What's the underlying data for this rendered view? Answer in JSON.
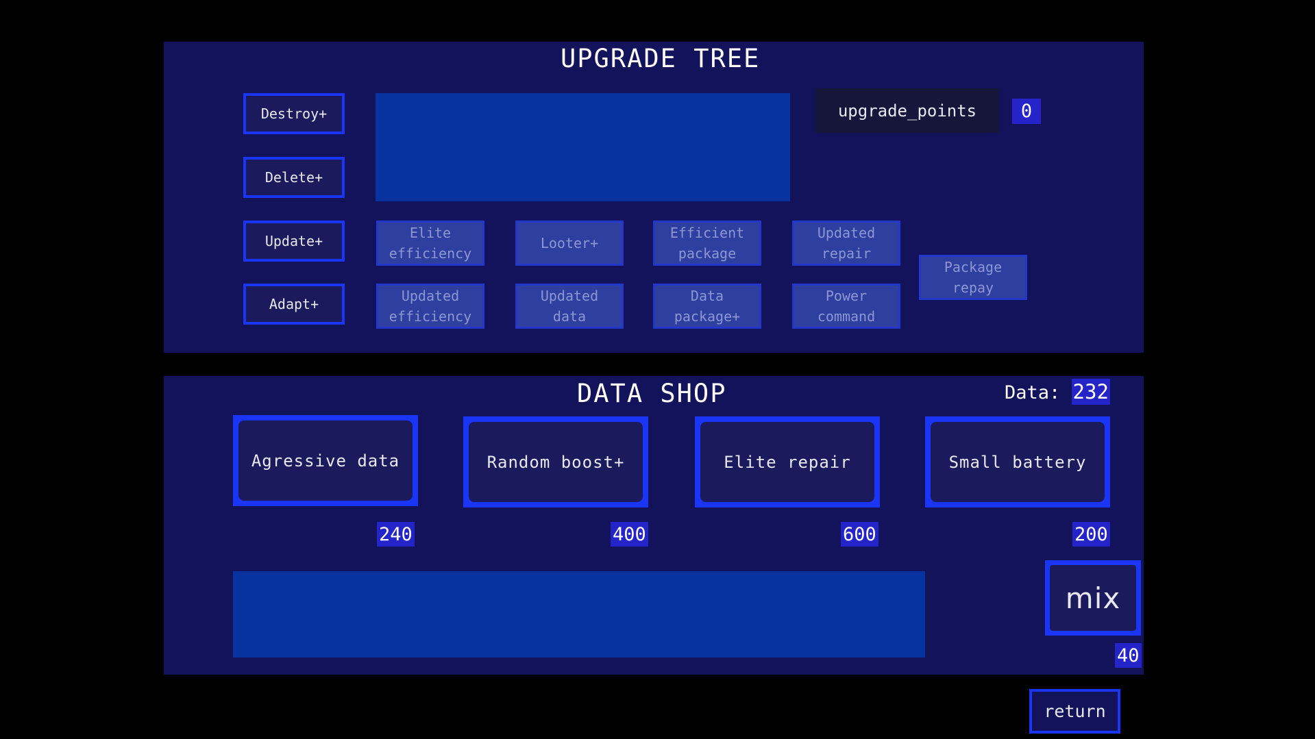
{
  "upgrade_tree": {
    "title": "UPGRADE TREE",
    "points_label": "upgrade_points",
    "points_value": "0",
    "main_buttons": [
      {
        "label": "Destroy+"
      },
      {
        "label": "Delete+"
      },
      {
        "label": "Update+"
      },
      {
        "label": "Adapt+"
      }
    ],
    "locked_upgrades": {
      "elite_efficiency": [
        "Elite",
        "efficiency"
      ],
      "looter": [
        "Looter+"
      ],
      "efficient_package": [
        "Efficient",
        "package"
      ],
      "updated_repair": [
        "Updated",
        "repair"
      ],
      "package_repay": [
        "Package",
        "repay"
      ],
      "updated_efficiency": [
        "Updated",
        "efficiency"
      ],
      "updated_data": [
        "Updated",
        "data"
      ],
      "data_package": [
        "Data",
        "package+"
      ],
      "power_command": [
        "Power",
        "command"
      ]
    }
  },
  "data_shop": {
    "title": "DATA SHOP",
    "data_label": "Data:",
    "data_value": "232",
    "items": [
      {
        "label": "Agressive data",
        "price": "240"
      },
      {
        "label": "Random boost+",
        "price": "400"
      },
      {
        "label": "Elite repair",
        "price": "600"
      },
      {
        "label": "Small battery",
        "price": "200"
      }
    ],
    "mix_label": "mix",
    "mix_price": "40"
  },
  "return_label": "return",
  "colors": {
    "background": "#000000",
    "panel": "#12135a",
    "accent_border": "#1a35f5",
    "info_box": "#0733a0",
    "locked_button": "#2e3fa0",
    "value_tag": "#2424c8"
  }
}
